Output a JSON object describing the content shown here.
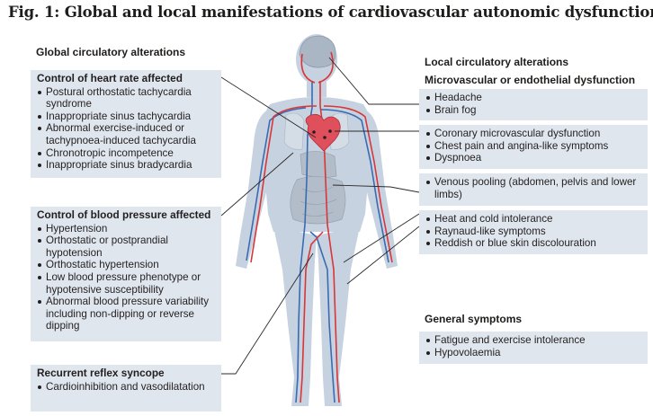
{
  "title": "Fig. 1: Global and local manifestations of cardiovascular autonomic dysfunction.",
  "colors": {
    "panel": "#dfe6ee",
    "silhouette": "#c6d2df",
    "artery": "#d8363a",
    "vein": "#3a6bb2",
    "heart": "#e0505c",
    "organ": "#b9c3cf",
    "leader": "#2a2a2a"
  },
  "global": {
    "heading": "Global circulatory alterations",
    "heart_rate": {
      "title": "Control of heart rate affected",
      "items": [
        "Postural orthostatic tachycardia syndrome",
        "Inappropriate sinus tachycardia",
        "Abnormal exercise-induced or tachypnoea-induced tachycardia",
        "Chronotropic incompetence",
        "Inappropriate sinus bradycardia"
      ]
    },
    "blood_pressure": {
      "title": "Control of blood pressure affected",
      "items": [
        "Hypertension",
        "Orthostatic or postprandial hypotension",
        "Orthostatic hypertension",
        "Low blood pressure phenotype or hypotensive susceptibility",
        "Abnormal blood pressure variability including non-dipping or reverse dipping"
      ]
    },
    "syncope": {
      "title": "Recurrent reflex syncope",
      "items": [
        "Cardioinhibition and vasodilatation"
      ]
    }
  },
  "local": {
    "heading": "Local circulatory alterations",
    "subheading": "Microvascular or endothelial dysfunction",
    "brain": [
      "Headache",
      "Brain fog"
    ],
    "cardiac": [
      "Coronary microvascular dysfunction",
      "Chest pain and angina-like symptoms",
      "Dyspnoea"
    ],
    "venous": [
      "Venous pooling (abdomen, pelvis and lower limbs)"
    ],
    "skin": [
      "Heat and cold intolerance",
      "Raynaud-like symptoms",
      "Reddish or blue skin discolouration"
    ]
  },
  "general": {
    "heading": "General symptoms",
    "items": [
      "Fatigue and exercise intolerance",
      "Hypovolaemia"
    ]
  }
}
